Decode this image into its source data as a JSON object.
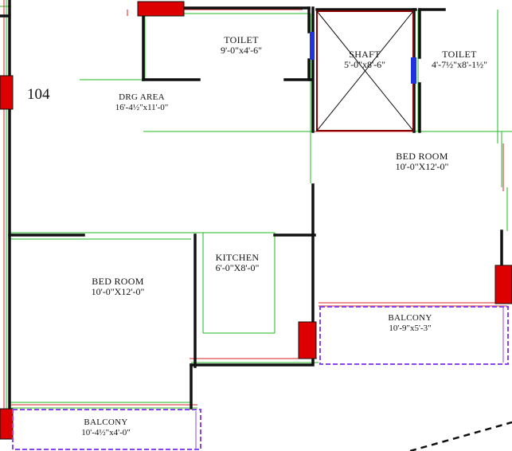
{
  "unit": "104",
  "rooms": [
    {
      "key": "toilet-1",
      "name": "TOILET",
      "dims": "9'-0\"x4'-6\""
    },
    {
      "key": "shaft",
      "name": "SHAFT",
      "dims": "5'-0\"x8'-6\""
    },
    {
      "key": "toilet-2",
      "name": "TOILET",
      "dims": "4'-7½\"x8'-1½\""
    },
    {
      "key": "drawing-area",
      "name": "DRG AREA",
      "dims": "16'-4½\"x11'-0\""
    },
    {
      "key": "bed-room-right",
      "name": "BED ROOM",
      "dims": "10'-0\"X12'-0\""
    },
    {
      "key": "kitchen",
      "name": "KITCHEN",
      "dims": "6'-0\"X8'-0\""
    },
    {
      "key": "bed-room-left",
      "name": "BED ROOM",
      "dims": "10'-0\"X12'-0\""
    },
    {
      "key": "balcony-right",
      "name": "BALCONY",
      "dims": "10'-9\"x5'-3\""
    },
    {
      "key": "balcony-left",
      "name": "BALCONY",
      "dims": "10'-4½\"x4'-0\""
    }
  ],
  "colors": {
    "wall": "#111111",
    "green_line": "#22bb22",
    "red_line": "#dd2222",
    "column": "#dd0000",
    "window": "#2233dd",
    "balcony_rail": "#8844ee",
    "maroon": "#8b0000"
  }
}
